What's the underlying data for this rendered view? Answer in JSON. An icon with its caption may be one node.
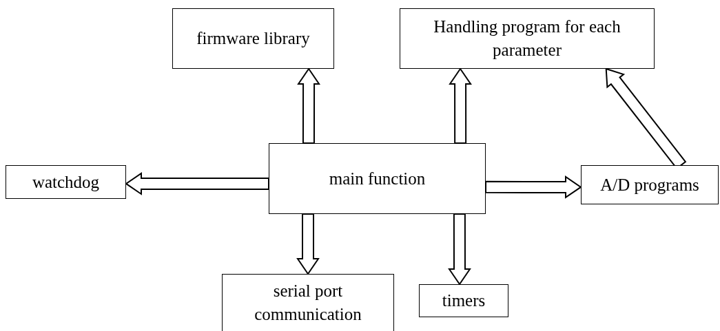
{
  "diagram": {
    "nodes": [
      {
        "text": [
          "main function"
        ]
      },
      {
        "text": [
          "firmware library"
        ]
      },
      {
        "text": [
          "Handling program for each parameter"
        ]
      },
      {
        "text": [
          "watchdog"
        ]
      },
      {
        "text": [
          "A/D programs"
        ]
      },
      {
        "text": [
          "serial port communication"
        ]
      },
      {
        "text": [
          "timers"
        ]
      }
    ],
    "edges": [
      {
        "from": 0,
        "to": 1,
        "arrow": "to"
      },
      {
        "from": 0,
        "to": 2,
        "arrow": "to"
      },
      {
        "from": 0,
        "to": 3,
        "arrow": "to"
      },
      {
        "from": 0,
        "to": 4,
        "arrow": "to"
      },
      {
        "from": 0,
        "to": 5,
        "arrow": "to"
      },
      {
        "from": 0,
        "to": 6,
        "arrow": "to"
      },
      {
        "from": 4,
        "to": 2,
        "arrow": "to"
      }
    ]
  }
}
